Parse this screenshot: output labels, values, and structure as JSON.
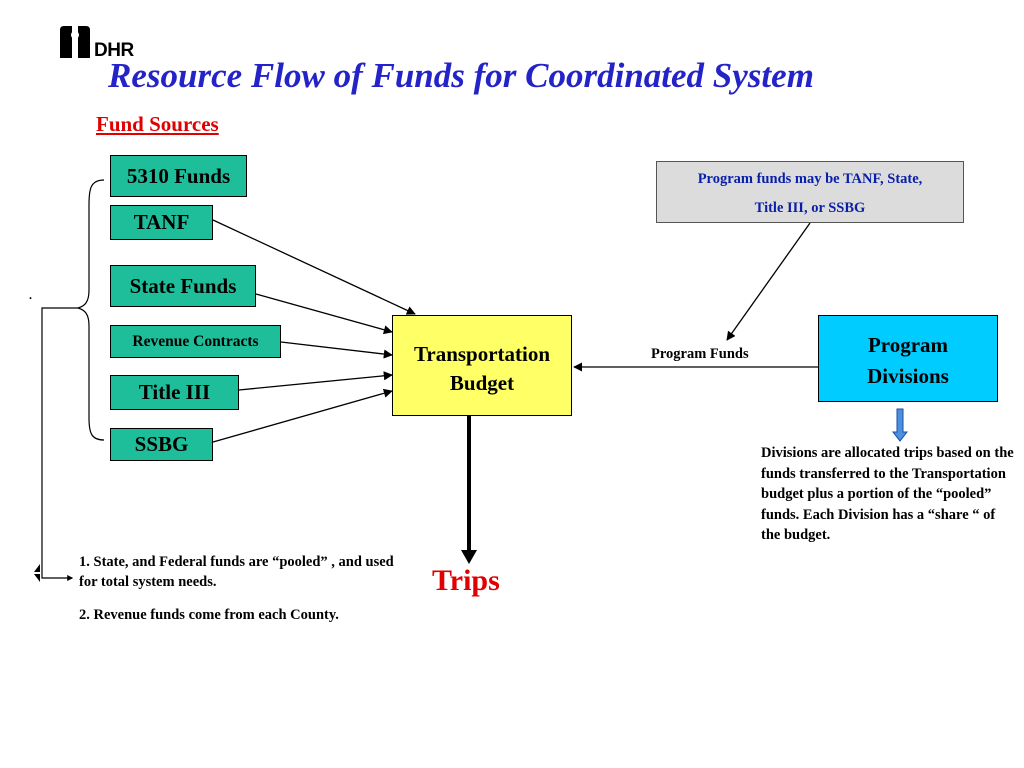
{
  "logo": {
    "text": "DHR"
  },
  "title": "Resource Flow of Funds for Coordinated System",
  "fund_sources_heading": "Fund Sources",
  "fund_sources": [
    {
      "label": "5310 Funds"
    },
    {
      "label": "TANF"
    },
    {
      "label": "State Funds"
    },
    {
      "label": "Revenue Contracts"
    },
    {
      "label": "Title III"
    },
    {
      "label": "SSBG"
    }
  ],
  "note_box": {
    "line1": "Program funds may be TANF, State,",
    "line2": "Title III,  or SSBG"
  },
  "transportation_budget": {
    "line1": "Transportation",
    "line2": "Budget"
  },
  "program_divisions": {
    "line1": "Program",
    "line2": "Divisions"
  },
  "program_funds_label": "Program Funds",
  "trips_label": "Trips",
  "divisions_description": "Divisions are allocated trips based on the funds transferred to the Transportation budget plus a portion of the “pooled” funds. Each Division has a “share “ of the budget.",
  "notes": [
    "1. State, and Federal funds are “pooled” , and used for total system needs.",
    "2. Revenue funds come from each County."
  ],
  "dot_mark": ".",
  "colors": {
    "title": "#2323c8",
    "accent_red": "#e00000",
    "fund_box": "#1ebe9b",
    "budget_box": "#ffff66",
    "divisions_box": "#00ccff",
    "note_box_bg": "#dcdcdc",
    "note_text": "#0a1fa8",
    "down_arrow": "#4a8fe0"
  }
}
